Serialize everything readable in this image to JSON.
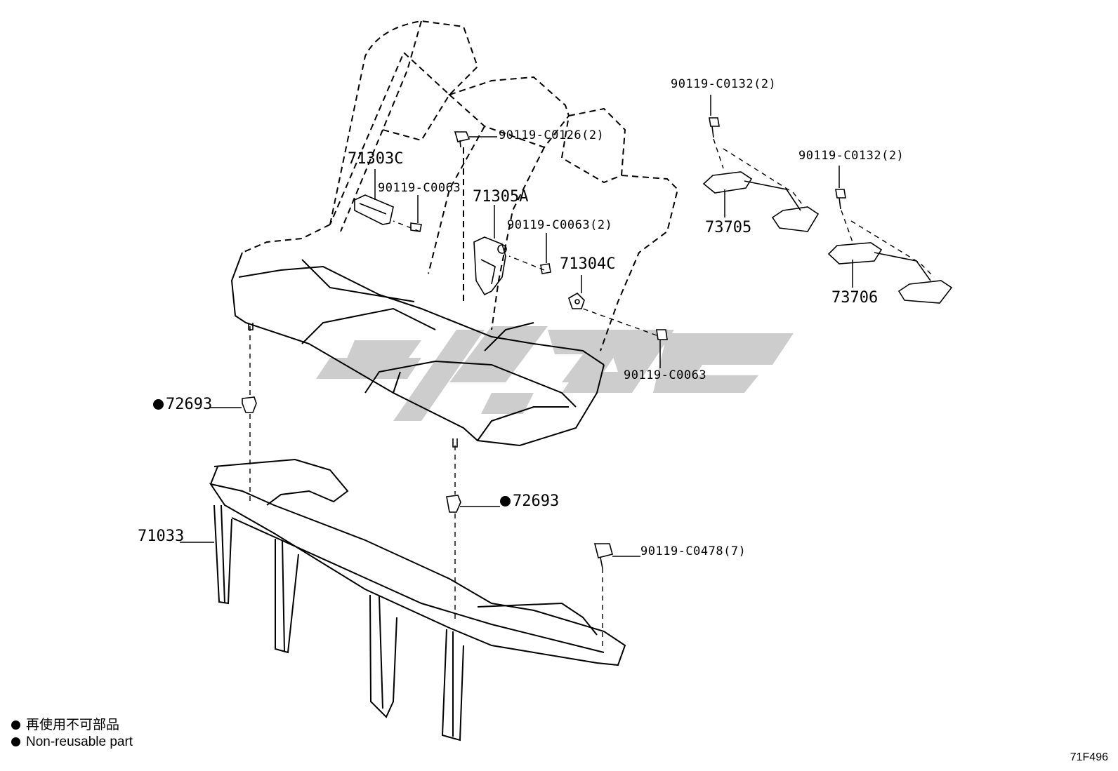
{
  "parts": {
    "p_90119_c0132_a": "90119-C0132(2)",
    "p_90119_c0132_b": "90119-C0132(2)",
    "p_90119_c0126": "90119-C0126(2)",
    "p_71303c": "71303C",
    "p_90119_c0063_a": "90119-C0063",
    "p_71305a": "71305A",
    "p_90119_c0063_b": "90119-C0063(2)",
    "p_71304c": "71304C",
    "p_73705": "73705",
    "p_73706": "73706",
    "p_90119_c0063_c": "90119-C0063",
    "p_72693_a": "72693",
    "p_72693_b": "72693",
    "p_71033": "71033",
    "p_90119_c0478": "90119-C0478(7)"
  },
  "legend": {
    "line1": "再使用不可部品",
    "line2": "Non-reusable part"
  },
  "diagram_code": "71F496",
  "colors": {
    "line": "#000000",
    "watermark": "#c8c8c8"
  },
  "icons": {
    "non_reusable_marker": "filled-circle"
  }
}
